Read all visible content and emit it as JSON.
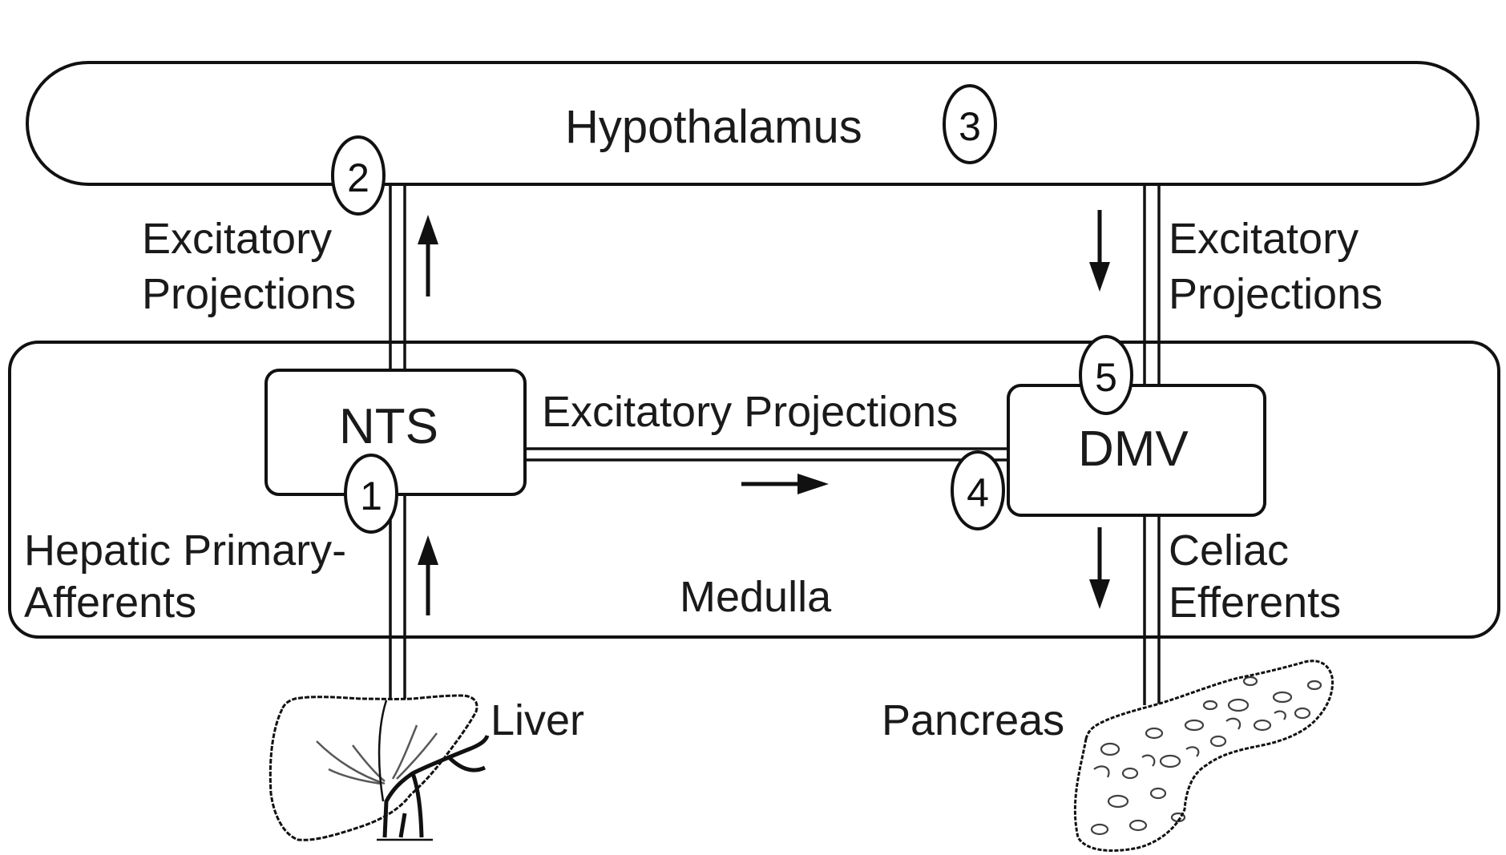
{
  "regions": {
    "hypothalamus": "Hypothalamus",
    "medulla": "Medulla"
  },
  "nuclei": {
    "nts": "NTS",
    "dmv": "DMV"
  },
  "labels": {
    "left_projection_line1": "Excitatory",
    "left_projection_line2": "Projections",
    "right_projection_line1": "Excitatory",
    "right_projection_line2": "Projections",
    "middle_projection": "Excitatory Projections",
    "afferents_line1": "Hepatic Primary-",
    "afferents_line2": "Afferents",
    "efferents_line1": "Celiac",
    "efferents_line2": "Efferents"
  },
  "organs": {
    "liver": "Liver",
    "pancreas": "Pancreas"
  },
  "markers": [
    "1",
    "2",
    "3",
    "4",
    "5"
  ],
  "colors": {
    "line": "#111111",
    "background": "#ffffff"
  }
}
